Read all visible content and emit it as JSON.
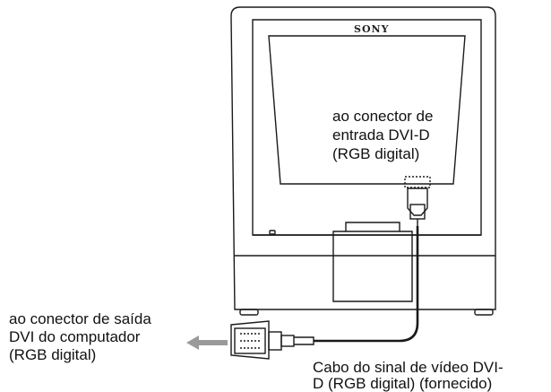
{
  "monitor": {
    "brand": "SONY"
  },
  "labels": {
    "input_connector": [
      "ao conector de",
      "entrada DVI-D",
      "(RGB digital)"
    ],
    "output_connector": [
      "ao conector de saída",
      "DVI do computador",
      "(RGB digital)"
    ],
    "cable": [
      "Cabo do sinal de vídeo DVI-",
      "D (RGB digital) (fornecido)"
    ]
  },
  "colors": {
    "line": "#1a1a1a",
    "arrow": "#9a9a9a",
    "background": "#ffffff"
  },
  "icons": {
    "direction_arrow": "arrow-left-icon",
    "plug": "dvi-plug-icon"
  }
}
